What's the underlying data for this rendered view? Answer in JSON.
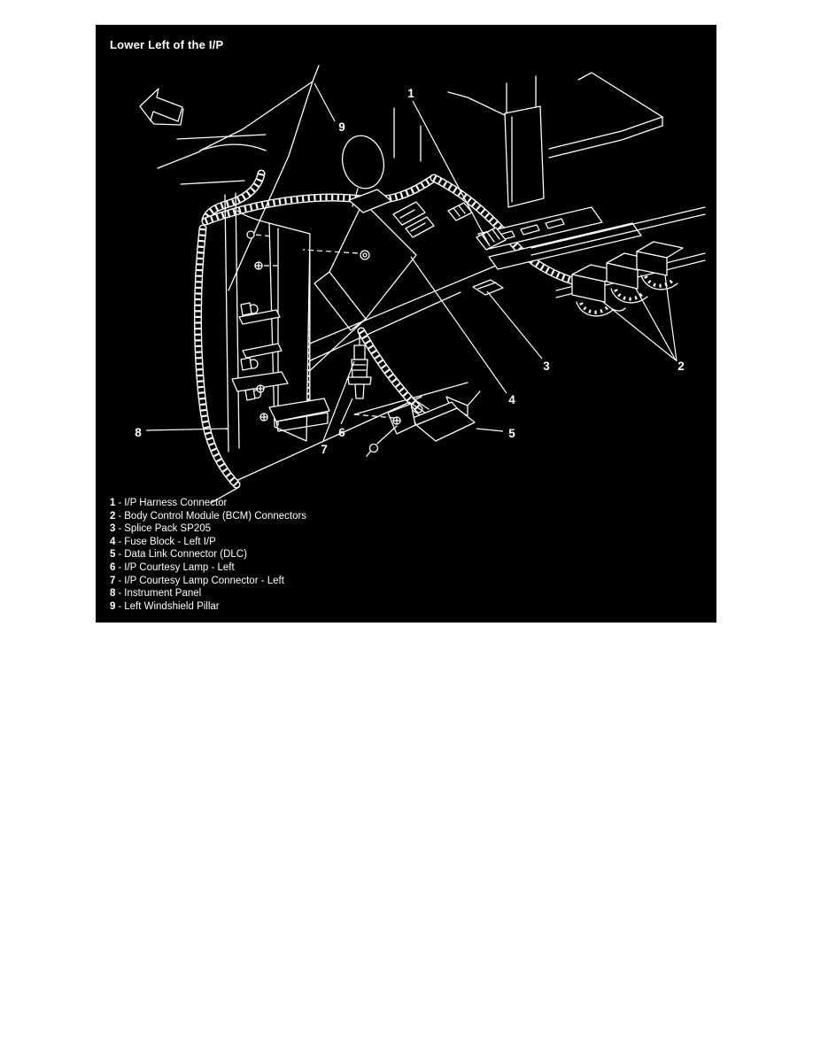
{
  "page": {
    "background": "#ffffff"
  },
  "figure": {
    "title": "Lower Left of the I/P",
    "background": "#000000",
    "line_color": "#ffffff",
    "type": "technical-illustration",
    "icons": {
      "direction_arrow": "arrow-up-left-outline"
    },
    "callouts": [
      {
        "num": "1"
      },
      {
        "num": "2"
      },
      {
        "num": "3"
      },
      {
        "num": "4"
      },
      {
        "num": "5"
      },
      {
        "num": "6"
      },
      {
        "num": "7"
      },
      {
        "num": "8"
      },
      {
        "num": "9"
      }
    ],
    "legend_separator": "-",
    "legend": [
      {
        "num": "1",
        "label": "I/P Harness Connector"
      },
      {
        "num": "2",
        "label": "Body Control Module (BCM) Connectors"
      },
      {
        "num": "3",
        "label": "Splice Pack SP205"
      },
      {
        "num": "4",
        "label": "Fuse Block - Left I/P"
      },
      {
        "num": "5",
        "label": "Data Link Connector (DLC)"
      },
      {
        "num": "6",
        "label": "I/P Courtesy Lamp - Left"
      },
      {
        "num": "7",
        "label": "I/P Courtesy Lamp Connector - Left"
      },
      {
        "num": "8",
        "label": "Instrument Panel"
      },
      {
        "num": "9",
        "label": "Left Windshield Pillar"
      }
    ]
  }
}
